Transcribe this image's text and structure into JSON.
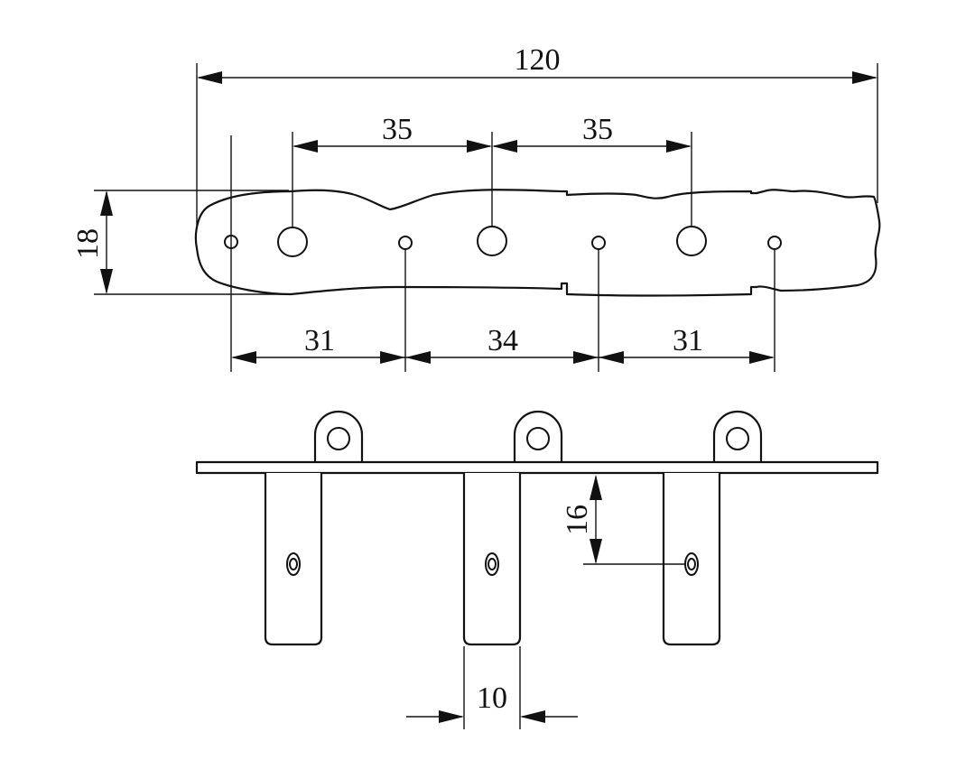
{
  "dimensions": {
    "overall_length": "120",
    "upper_spacing_left": "35",
    "upper_spacing_right": "35",
    "height": "18",
    "lower_spacing_left": "31",
    "lower_spacing_middle": "34",
    "lower_spacing_right": "31",
    "tab_offset": "16",
    "tab_width": "10"
  }
}
